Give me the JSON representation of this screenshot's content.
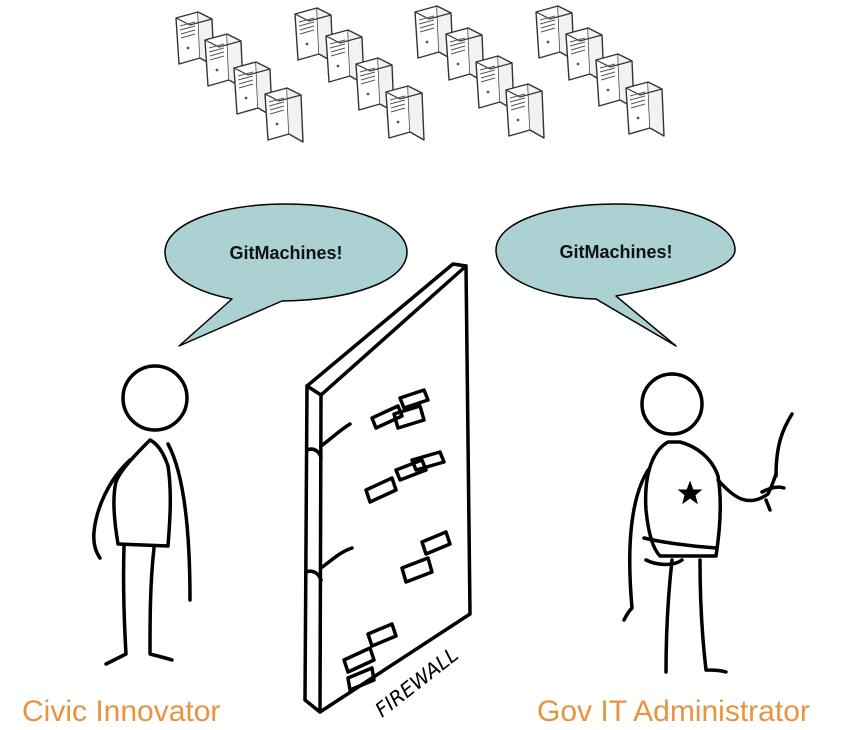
{
  "servers": {
    "icon": "server-tower-icon",
    "groups": 4,
    "per_group": 4
  },
  "bubbles": {
    "left_text": "GitMachines!",
    "right_text": "GitMachines!",
    "fill_color": "#acd1d2"
  },
  "firewall": {
    "label": "FIREWALL"
  },
  "figures": {
    "left_label": "Civic Innovator",
    "right_label": "Gov IT Administrator",
    "label_color": "#e8933f"
  }
}
